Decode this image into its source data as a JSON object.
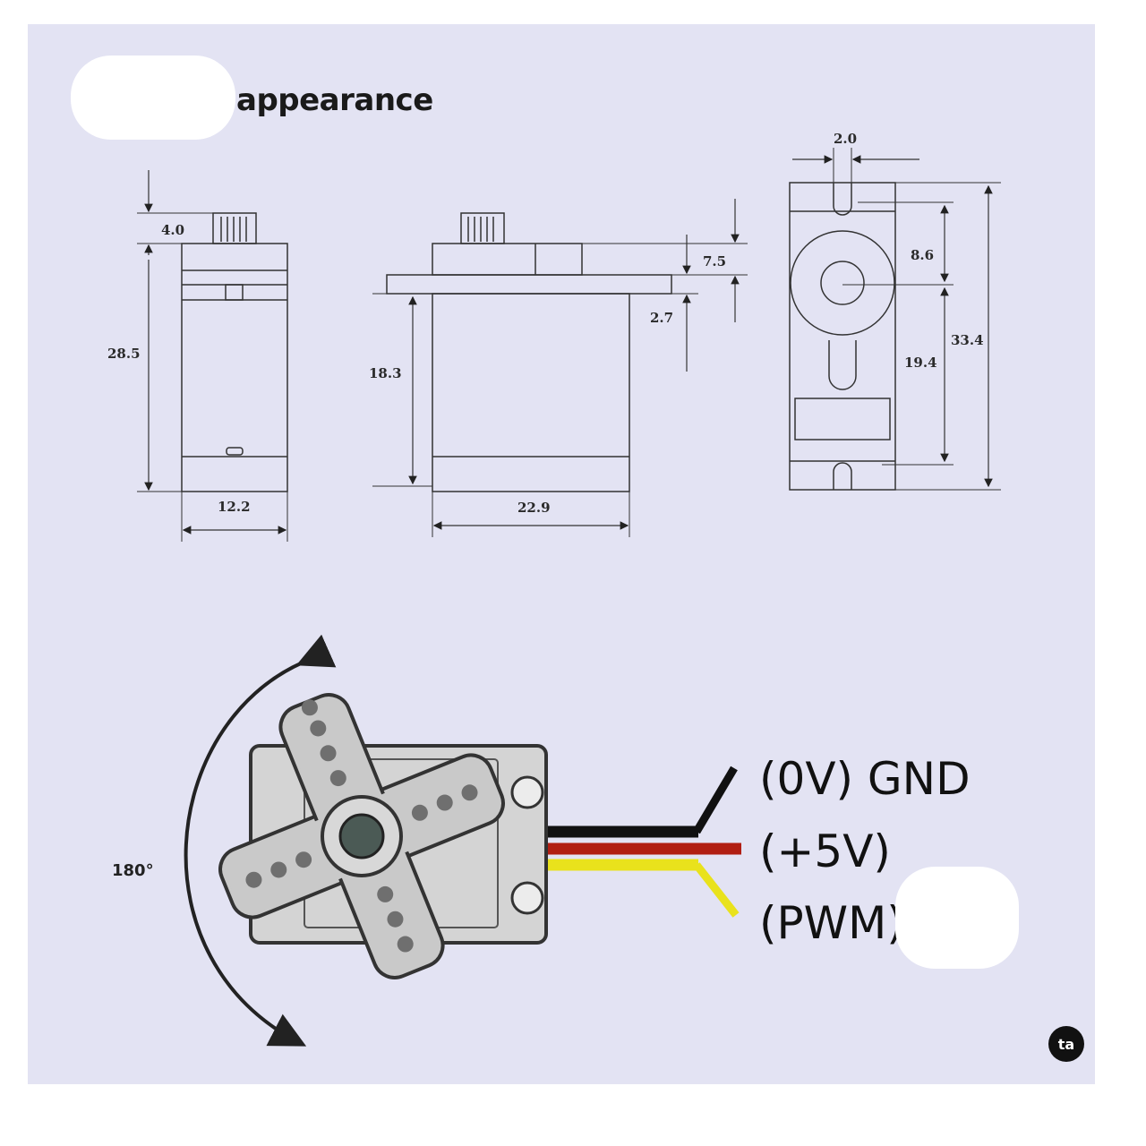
{
  "title": "appearance",
  "dimensions": {
    "side_horn_height": "4.0",
    "side_height": "28.5",
    "side_width": "12.2",
    "front_body_height": "18.3",
    "front_width": "22.9",
    "front_top_height": "7.5",
    "front_flange": "2.7",
    "top_slot": "2.0",
    "top_shaft_offset": "8.6",
    "top_lower": "19.4",
    "top_total": "33.4"
  },
  "rotation_label": "180°",
  "wires": [
    {
      "label": "(0V) GND",
      "color": "#111111"
    },
    {
      "label": "(+5V)",
      "color": "#b11e12"
    },
    {
      "label": "(PWM)",
      "color": "#e9e21c"
    }
  ],
  "colors": {
    "panel": "#e3e3f3",
    "servo_body": "#d4d4d4",
    "servo_outline": "#333333",
    "horn": "#c9c9c9",
    "hole": "#6f6f6f",
    "shaft": "#4b5a55"
  },
  "corner_logo": "ta"
}
